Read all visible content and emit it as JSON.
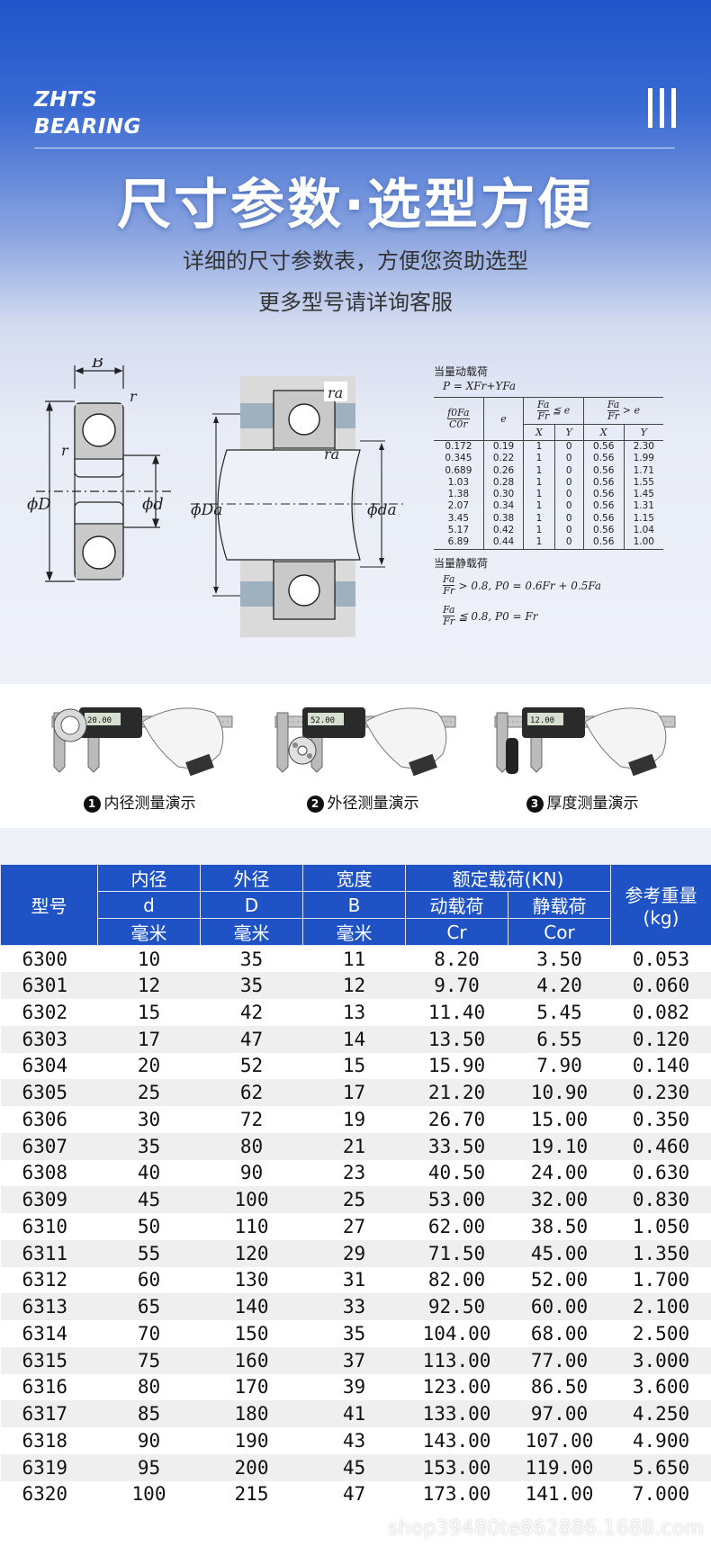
{
  "brand": {
    "line1": "ZHTS",
    "line2": "BEARING"
  },
  "header": {
    "menu_icon": "menu-icon"
  },
  "hero": {
    "title": "尺寸参数·选型方便",
    "subtitle_line1": "详细的尺寸参数表，方便您资助选型",
    "subtitle_line2": "更多型号请详询客服"
  },
  "drawing_labels": {
    "left": {
      "B": "B",
      "r_top": "r",
      "r_left": "r",
      "D": "ϕD",
      "d": "ϕd"
    },
    "right": {
      "Da": "ϕDa",
      "da": "ϕda",
      "ra_top": "ra",
      "ra_mid": "ra"
    }
  },
  "formula": {
    "dynamic_title": "当量动载荷",
    "dynamic_eq": "P = XFr+YFa",
    "col_f0fa": "f0Fa",
    "col_c0r": "C0r",
    "col_e": "e",
    "cond_le_num": "Fa",
    "cond_le_den": "Fr",
    "cond_le_tail": "≦ e",
    "cond_gt_num": "Fa",
    "cond_gt_den": "Fr",
    "cond_gt_tail": "> e",
    "x": "X",
    "y": "Y",
    "rows": [
      [
        "0.172",
        "0.19",
        "1",
        "0",
        "0.56",
        "2.30"
      ],
      [
        "0.345",
        "0.22",
        "1",
        "0",
        "0.56",
        "1.99"
      ],
      [
        "0.689",
        "0.26",
        "1",
        "0",
        "0.56",
        "1.71"
      ],
      [
        "1.03",
        "0.28",
        "1",
        "0",
        "0.56",
        "1.55"
      ],
      [
        "1.38",
        "0.30",
        "1",
        "0",
        "0.56",
        "1.45"
      ],
      [
        "2.07",
        "0.34",
        "1",
        "0",
        "0.56",
        "1.31"
      ],
      [
        "3.45",
        "0.38",
        "1",
        "0",
        "0.56",
        "1.15"
      ],
      [
        "5.17",
        "0.42",
        "1",
        "0",
        "0.56",
        "1.04"
      ],
      [
        "6.89",
        "0.44",
        "1",
        "0",
        "0.56",
        "1.00"
      ]
    ],
    "static_title": "当量静载荷",
    "static_1": "> 0.8,  P0 = 0.6Fr + 0.5Fa",
    "static_2": "≦ 0.8,  P0 = Fr"
  },
  "measure": [
    {
      "num": "1",
      "label": "内径测量演示",
      "reading": "20.00"
    },
    {
      "num": "2",
      "label": "外径测量演示",
      "reading": "52.00"
    },
    {
      "num": "3",
      "label": "厚度测量演示",
      "reading": "12.00"
    }
  ],
  "table": {
    "header": {
      "model": "型号",
      "inner": "内径",
      "inner_sym": "d",
      "inner_unit": "毫米",
      "outer": "外径",
      "outer_sym": "D",
      "outer_unit": "毫米",
      "width": "宽度",
      "width_sym": "B",
      "width_unit": "毫米",
      "load": "额定载荷(KN)",
      "dyn": "动载荷",
      "dyn_sym": "Cr",
      "stat": "静载荷",
      "stat_sym": "Cor",
      "weight": "参考重量",
      "weight_unit": "(kg)"
    },
    "rows": [
      [
        "6300",
        "10",
        "35",
        "11",
        "8.20",
        "3.50",
        "0.053"
      ],
      [
        "6301",
        "12",
        "35",
        "12",
        "9.70",
        "4.20",
        "0.060"
      ],
      [
        "6302",
        "15",
        "42",
        "13",
        "11.40",
        "5.45",
        "0.082"
      ],
      [
        "6303",
        "17",
        "47",
        "14",
        "13.50",
        "6.55",
        "0.120"
      ],
      [
        "6304",
        "20",
        "52",
        "15",
        "15.90",
        "7.90",
        "0.140"
      ],
      [
        "6305",
        "25",
        "62",
        "17",
        "21.20",
        "10.90",
        "0.230"
      ],
      [
        "6306",
        "30",
        "72",
        "19",
        "26.70",
        "15.00",
        "0.350"
      ],
      [
        "6307",
        "35",
        "80",
        "21",
        "33.50",
        "19.10",
        "0.460"
      ],
      [
        "6308",
        "40",
        "90",
        "23",
        "40.50",
        "24.00",
        "0.630"
      ],
      [
        "6309",
        "45",
        "100",
        "25",
        "53.00",
        "32.00",
        "0.830"
      ],
      [
        "6310",
        "50",
        "110",
        "27",
        "62.00",
        "38.50",
        "1.050"
      ],
      [
        "6311",
        "55",
        "120",
        "29",
        "71.50",
        "45.00",
        "1.350"
      ],
      [
        "6312",
        "60",
        "130",
        "31",
        "82.00",
        "52.00",
        "1.700"
      ],
      [
        "6313",
        "65",
        "140",
        "33",
        "92.50",
        "60.00",
        "2.100"
      ],
      [
        "6314",
        "70",
        "150",
        "35",
        "104.00",
        "68.00",
        "2.500"
      ],
      [
        "6315",
        "75",
        "160",
        "37",
        "113.00",
        "77.00",
        "3.000"
      ],
      [
        "6316",
        "80",
        "170",
        "39",
        "123.00",
        "86.50",
        "3.600"
      ],
      [
        "6317",
        "85",
        "180",
        "41",
        "133.00",
        "97.00",
        "4.250"
      ],
      [
        "6318",
        "90",
        "190",
        "43",
        "143.00",
        "107.00",
        "4.900"
      ],
      [
        "6319",
        "95",
        "200",
        "45",
        "153.00",
        "119.00",
        "5.650"
      ],
      [
        "6320",
        "100",
        "215",
        "47",
        "173.00",
        "141.00",
        "7.000"
      ]
    ]
  },
  "watermark": "shop39480te862886.1688.com"
}
